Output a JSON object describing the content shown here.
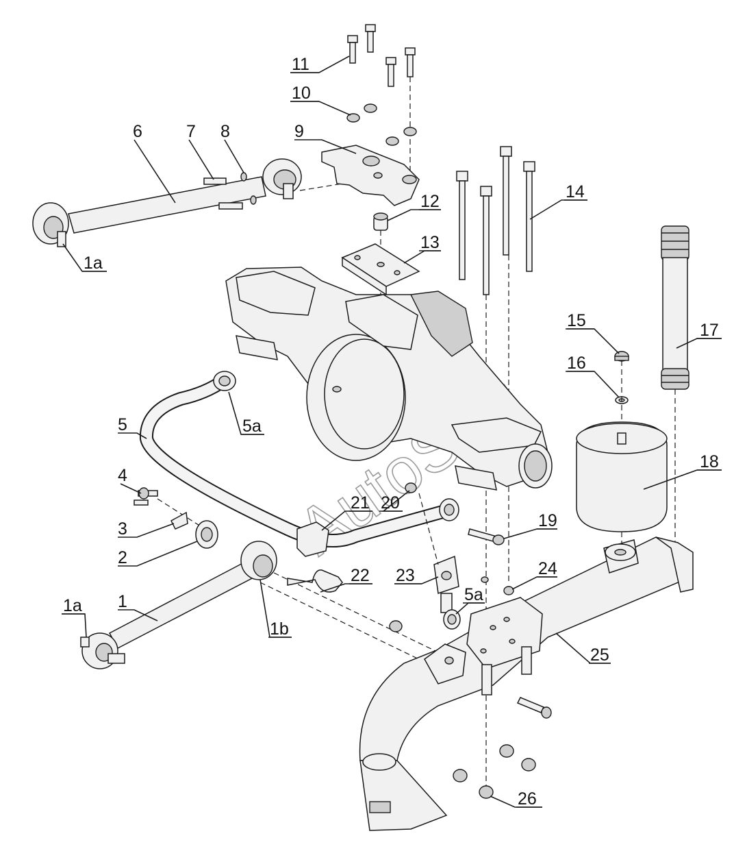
{
  "watermark": "AutoSoft",
  "labels": {
    "l11": "11",
    "l10": "10",
    "l6": "6",
    "l7": "7",
    "l8": "8",
    "l9": "9",
    "l12": "12",
    "l13": "13",
    "l14": "14",
    "l1a_top": "1a",
    "l15": "15",
    "l16": "16",
    "l17": "17",
    "l5": "5",
    "l5a_top": "5a",
    "l18": "18",
    "l4": "4",
    "l21": "21",
    "l20": "20",
    "l3": "3",
    "l19": "19",
    "l2": "2",
    "l24": "24",
    "l22": "22",
    "l23": "23",
    "l1a_bot": "1a",
    "l1": "1",
    "l5a_bot": "5a",
    "l1b": "1b",
    "l25": "25",
    "l26": "26"
  }
}
